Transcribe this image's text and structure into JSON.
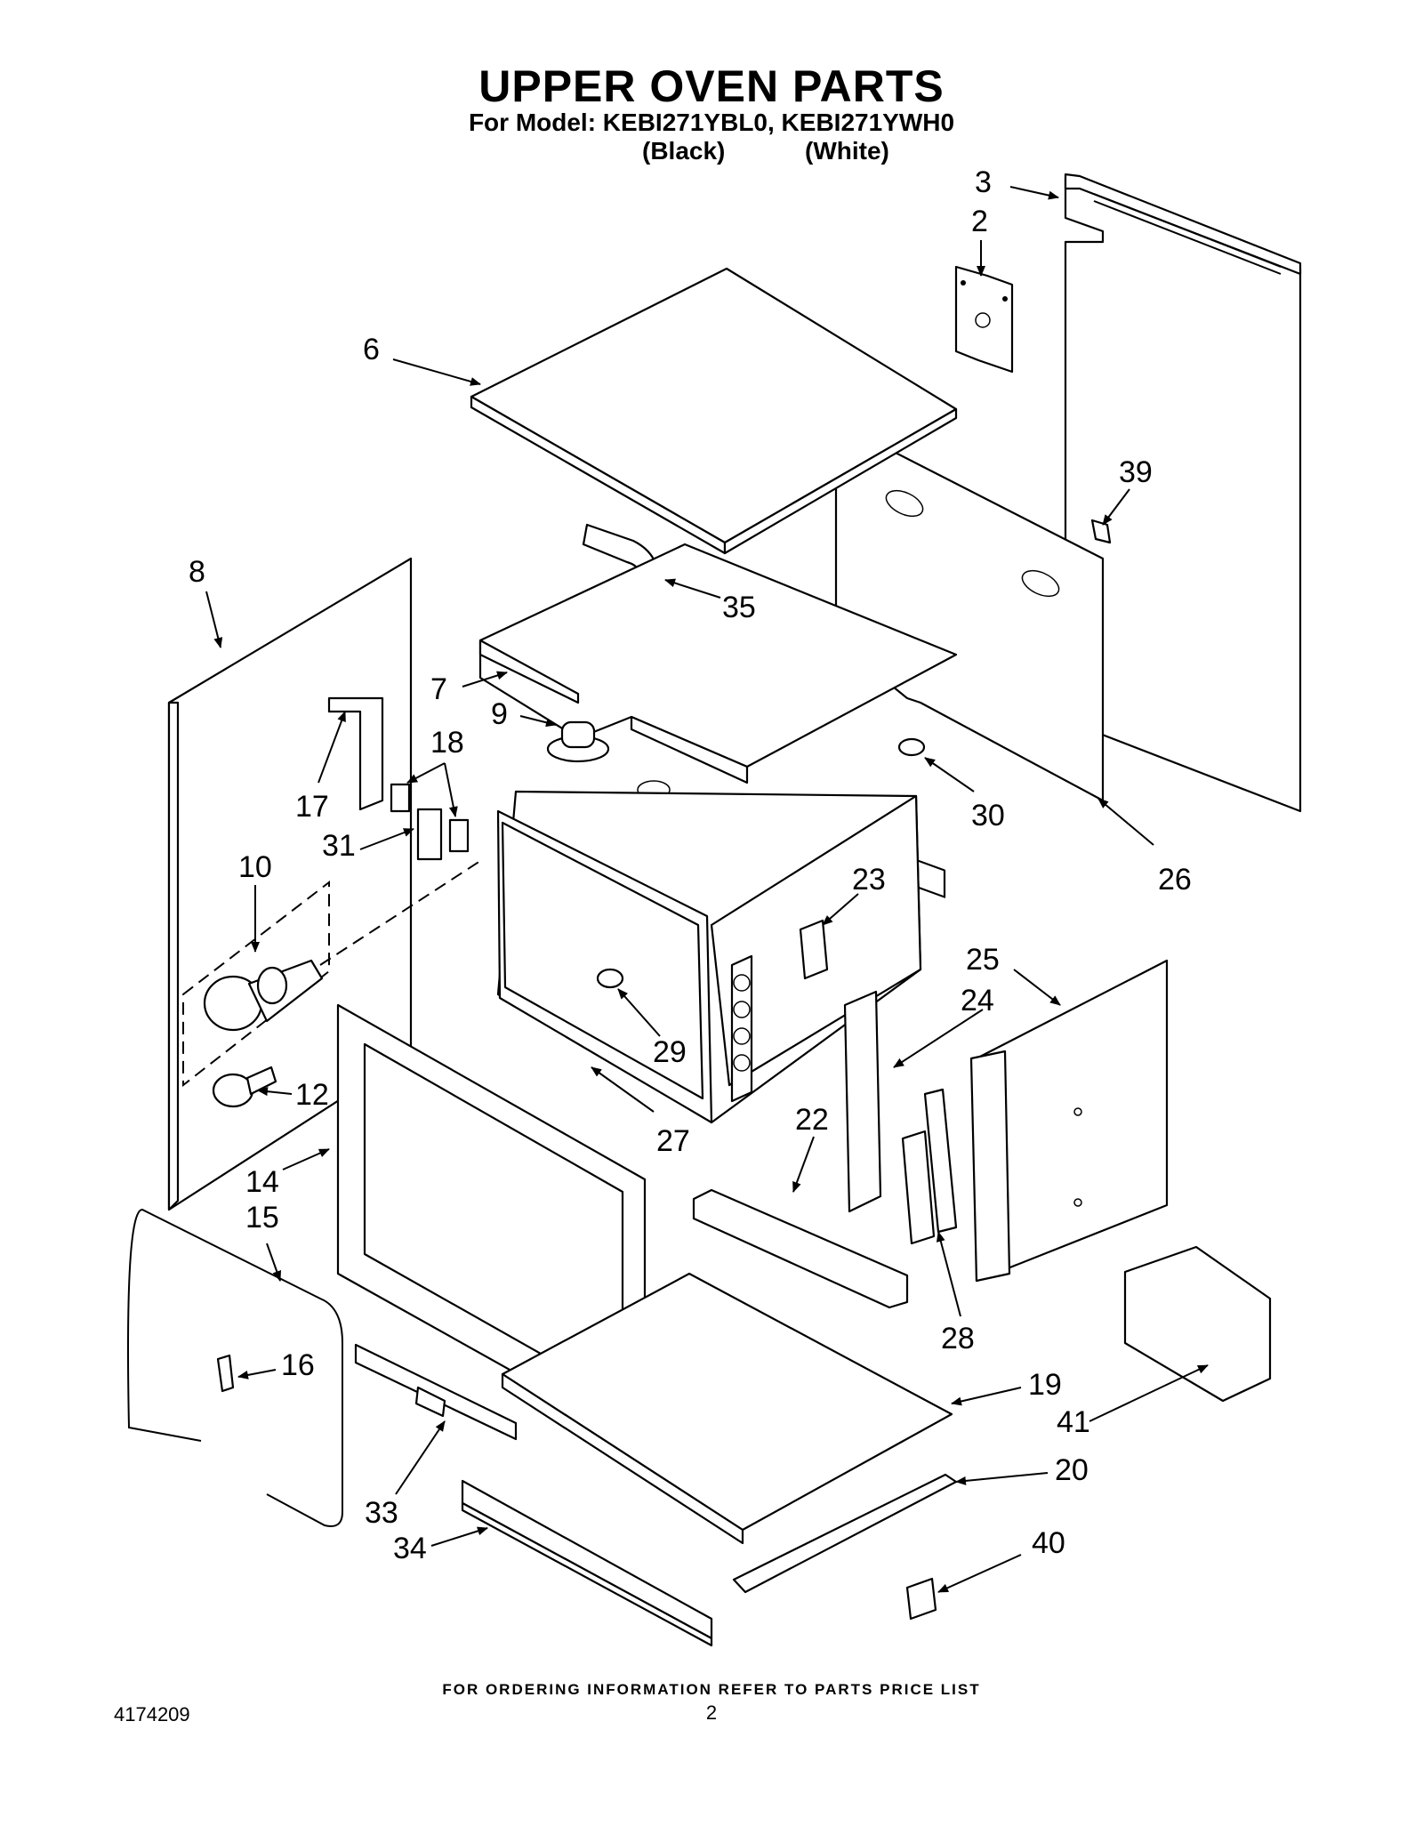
{
  "header": {
    "title": "UPPER OVEN PARTS",
    "model_line": "For Model: KEBI271YBL0, KEBI271YWH0",
    "variant_black": "(Black)",
    "variant_white": "(White)"
  },
  "callouts": [
    "3",
    "2",
    "6",
    "39",
    "8",
    "35",
    "7",
    "9",
    "18",
    "17",
    "30",
    "31",
    "10",
    "26",
    "23",
    "25",
    "24",
    "29",
    "12",
    "27",
    "22",
    "14",
    "15",
    "16",
    "28",
    "19",
    "41",
    "33",
    "20",
    "34",
    "40"
  ],
  "footer": {
    "ordering_note": "FOR ORDERING INFORMATION REFER TO PARTS PRICE LIST",
    "doc_number": "4174209",
    "page_number": "2"
  }
}
